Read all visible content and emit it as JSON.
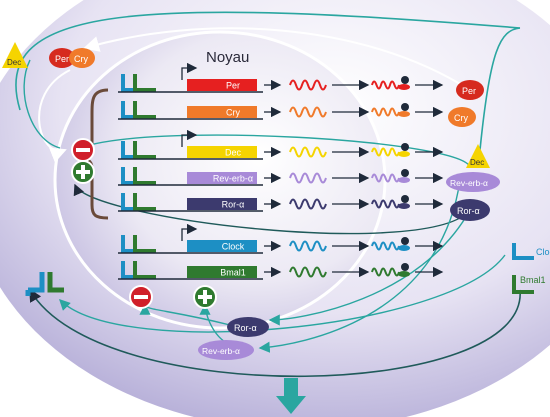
{
  "nucleus": {
    "title": "Noyau"
  },
  "genes": [
    {
      "id": "per",
      "label": "Per",
      "color": "#e62020"
    },
    {
      "id": "cry",
      "label": "Cry",
      "color": "#f07a2a"
    },
    {
      "id": "dec",
      "label": "Dec",
      "color": "#f5d400"
    },
    {
      "id": "rev",
      "label": "Rev-erb-α",
      "color": "#a88ad8"
    },
    {
      "id": "ror",
      "label": "Ror-α",
      "color": "#3c3a6e"
    },
    {
      "id": "clock",
      "label": "Clock",
      "color": "#1d8fc4"
    },
    {
      "id": "bmal",
      "label": "Bmal1",
      "color": "#2f7a2f"
    }
  ],
  "proteins": {
    "per": "Per",
    "cry": "Cry",
    "dec": "Dec",
    "rev": "Rev-erb-α",
    "ror": "Ror-α",
    "clock": "Clock",
    "bmal": "Bmal1"
  },
  "cytoplasm_complexes": {
    "per_cry": {
      "per": "Per",
      "cry": "Cry"
    },
    "dec_left": "Dec",
    "ror_bottom": "Ror-α",
    "rev_bottom": "Rev-erb-α"
  },
  "signs": {
    "minus": "−",
    "plus": "+"
  },
  "colors": {
    "cell_background": "#cfc8e6",
    "nucleus_fill": "#e7e3f1",
    "teal_arrow": "#2aa6a0",
    "dark_arrow": "#1f2a3a"
  }
}
